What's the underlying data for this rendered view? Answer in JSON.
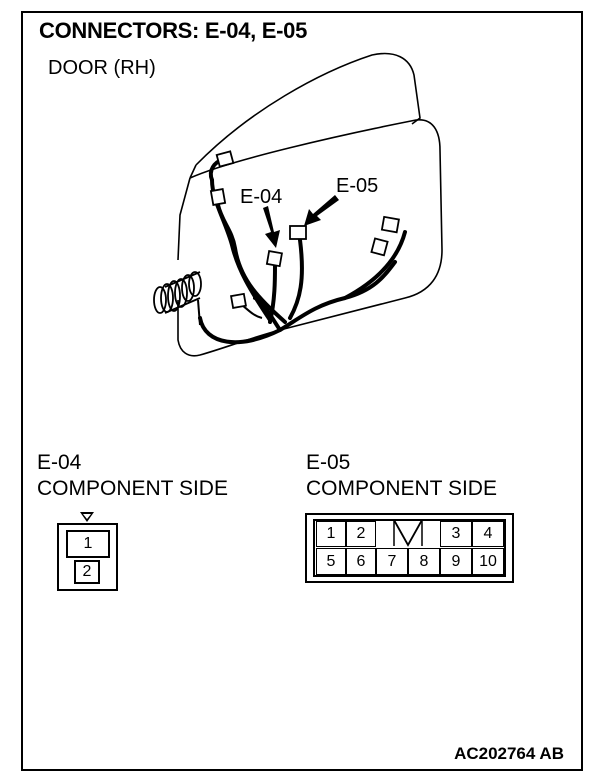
{
  "header": {
    "title": "CONNECTORS: E-04, E-05",
    "subtitle": "DOOR (RH)"
  },
  "illustration": {
    "callout_e04": "E-04",
    "callout_e05": "E-05"
  },
  "connectors": {
    "e04": {
      "name": "E-04",
      "view": "COMPONENT SIDE",
      "pins": [
        "1",
        "2"
      ]
    },
    "e05": {
      "name": "E-05",
      "view": "COMPONENT SIDE",
      "pins": [
        "1",
        "2",
        "3",
        "4",
        "5",
        "6",
        "7",
        "8",
        "9",
        "10"
      ]
    }
  },
  "footer": {
    "code": "AC202764 AB"
  }
}
